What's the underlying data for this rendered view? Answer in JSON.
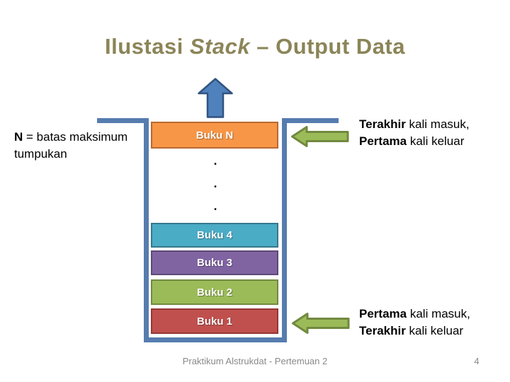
{
  "title": {
    "prefix": "Ilustasi ",
    "italic": "Stack",
    "suffix": " – Output Data"
  },
  "left_note": {
    "bold": "N",
    "rest": " = batas maksimum tumpukan"
  },
  "stack": {
    "dot": "•",
    "top_box": {
      "label": "Buku N",
      "fill": "#F79646",
      "border": "#B86A33"
    },
    "boxes": [
      {
        "label": "Buku 4",
        "fill": "#4BACC6",
        "border": "#35798C"
      },
      {
        "label": "Buku 3",
        "fill": "#8064A2",
        "border": "#5D4A76"
      },
      {
        "label": "Buku 2",
        "fill": "#9BBB59",
        "border": "#71893F"
      },
      {
        "label": "Buku 1",
        "fill": "#C0504D",
        "border": "#953735"
      }
    ]
  },
  "lifo_note": {
    "bold1": "Terakhir",
    "rest1": " kali masuk,",
    "bold2": "Pertama",
    "rest2": " kali keluar"
  },
  "fifo_note": {
    "bold1": "Pertama",
    "rest1": " kali masuk,",
    "bold2": "Terakhir",
    "rest2": " kali keluar"
  },
  "footer": {
    "text": "Praktikum Alstrukdat - Pertemuan 2",
    "page": "4"
  },
  "colors": {
    "title": "#8B8558",
    "wall": "#567CAF",
    "up_arrow_fill": "#4F81BD",
    "up_arrow_border": "#31537F",
    "green_arrow_fill": "#9BBB59",
    "green_arrow_border": "#71893F",
    "footer_gray": "#898989"
  }
}
